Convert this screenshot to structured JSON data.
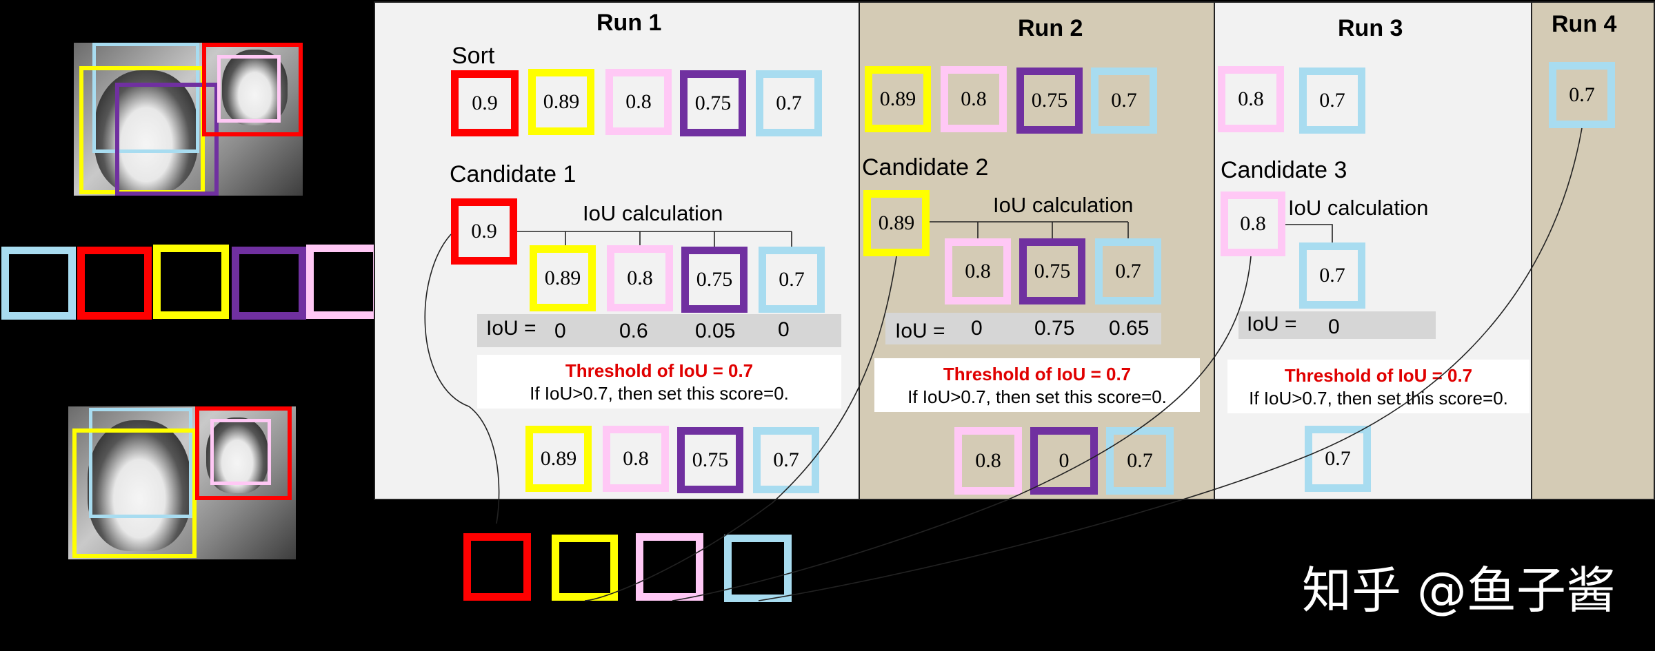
{
  "colors": {
    "red": "#ff0000",
    "yellow": "#ffff00",
    "pink": "#ffc8f5",
    "purple": "#7030a0",
    "lightblue": "#a8dcf0",
    "panel_light": "#f2f2f2",
    "panel_tan": "#d4cbb5",
    "threshold_red": "#e00000"
  },
  "runs": [
    {
      "title": "Run 1"
    },
    {
      "title": "Run 2"
    },
    {
      "title": "Run 3"
    },
    {
      "title": "Run 4"
    }
  ],
  "run1": {
    "sort_label": "Sort",
    "sorted": [
      "0.9",
      "0.89",
      "0.8",
      "0.75",
      "0.7"
    ],
    "candidate_label": "Candidate 1",
    "candidate": "0.9",
    "iou_calc_label": "IoU calculation",
    "compared": [
      "0.89",
      "0.8",
      "0.75",
      "0.7"
    ],
    "iou_label": "IoU =",
    "iou_values": [
      "0",
      "0.6",
      "0.05",
      "0"
    ],
    "threshold": "Threshold of IoU = 0.7",
    "rule": "If IoU>0.7, then set this score=0.",
    "result": [
      "0.89",
      "0.8",
      "0.75",
      "0.7"
    ]
  },
  "run2": {
    "sorted": [
      "0.89",
      "0.8",
      "0.75",
      "0.7"
    ],
    "candidate_label": "Candidate 2",
    "candidate": "0.89",
    "iou_calc_label": "IoU calculation",
    "compared": [
      "0.8",
      "0.75",
      "0.7"
    ],
    "iou_label": "IoU =",
    "iou_values": [
      "0",
      "0.75",
      "0.65"
    ],
    "threshold": "Threshold of IoU = 0.7",
    "rule": "If IoU>0.7, then set this score=0.",
    "result": [
      "0.8",
      "0",
      "0.7"
    ]
  },
  "run3": {
    "sorted": [
      "0.8",
      "0.7"
    ],
    "candidate_label": "Candidate 3",
    "candidate": "0.8",
    "iou_calc_label": "IoU calculation",
    "compared": [
      "0.7"
    ],
    "iou_label": "IoU =",
    "iou_values": [
      "0"
    ],
    "threshold": "Threshold of IoU = 0.7",
    "rule": "If IoU>0.7, then set this score=0.",
    "result": [
      "0.7"
    ]
  },
  "run4": {
    "sorted": [
      "0.7"
    ]
  },
  "watermark": "知乎 @鱼子酱"
}
